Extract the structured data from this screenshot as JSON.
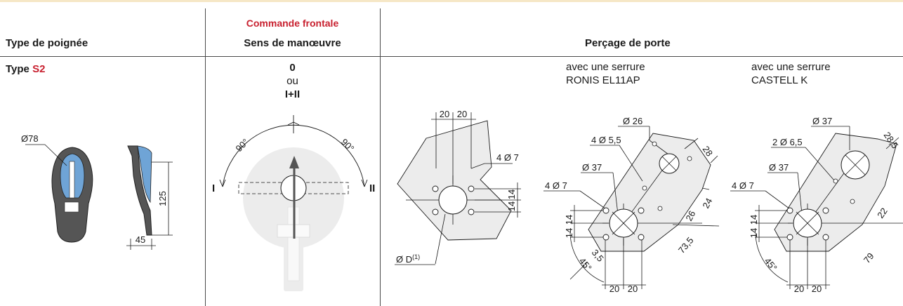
{
  "header": {
    "col1": "Type de poignée",
    "col2_top": "Commande frontale",
    "col2": "Sens de manœuvre",
    "col3": "Perçage de porte"
  },
  "handle": {
    "type_prefix": "Type ",
    "type_code": "S2",
    "diameter": "Ø78",
    "height": "125",
    "width": "45"
  },
  "operation": {
    "pos0": "0",
    "or": "ou",
    "pos12": "I+II",
    "angle_left": "90°",
    "angle_right": "90°",
    "label_left": "I",
    "label_right": "II"
  },
  "drill1": {
    "d20a": "20",
    "d20b": "20",
    "holes": "4 Ø 7",
    "d14a": "14",
    "d14b": "14",
    "centre": "Ø D",
    "note": "(1)"
  },
  "drill2": {
    "caption1": "avec une serrure",
    "caption2": "RONIS EL11AP",
    "lock_dia": "Ø 26",
    "small_holes": "4 Ø 5,5",
    "centre": "Ø 37",
    "holes": "4 Ø 7",
    "d28": "28",
    "d24": "24",
    "d26": "26",
    "d735": "73,5",
    "d14a": "14",
    "d14b": "14",
    "angle": "45°",
    "d35": "3,5",
    "d20a": "20",
    "d20b": "20"
  },
  "drill3": {
    "caption1": "avec une serrure",
    "caption2": "CASTELL K",
    "lock_dia": "Ø 37",
    "small_holes": "2 Ø 6,5",
    "centre": "Ø 37",
    "holes": "4 Ø 7",
    "d285": "28,5",
    "d22": "22",
    "d79": "79",
    "d14a": "14",
    "d14b": "14",
    "angle": "45°",
    "d20a": "20",
    "d20b": "20"
  }
}
